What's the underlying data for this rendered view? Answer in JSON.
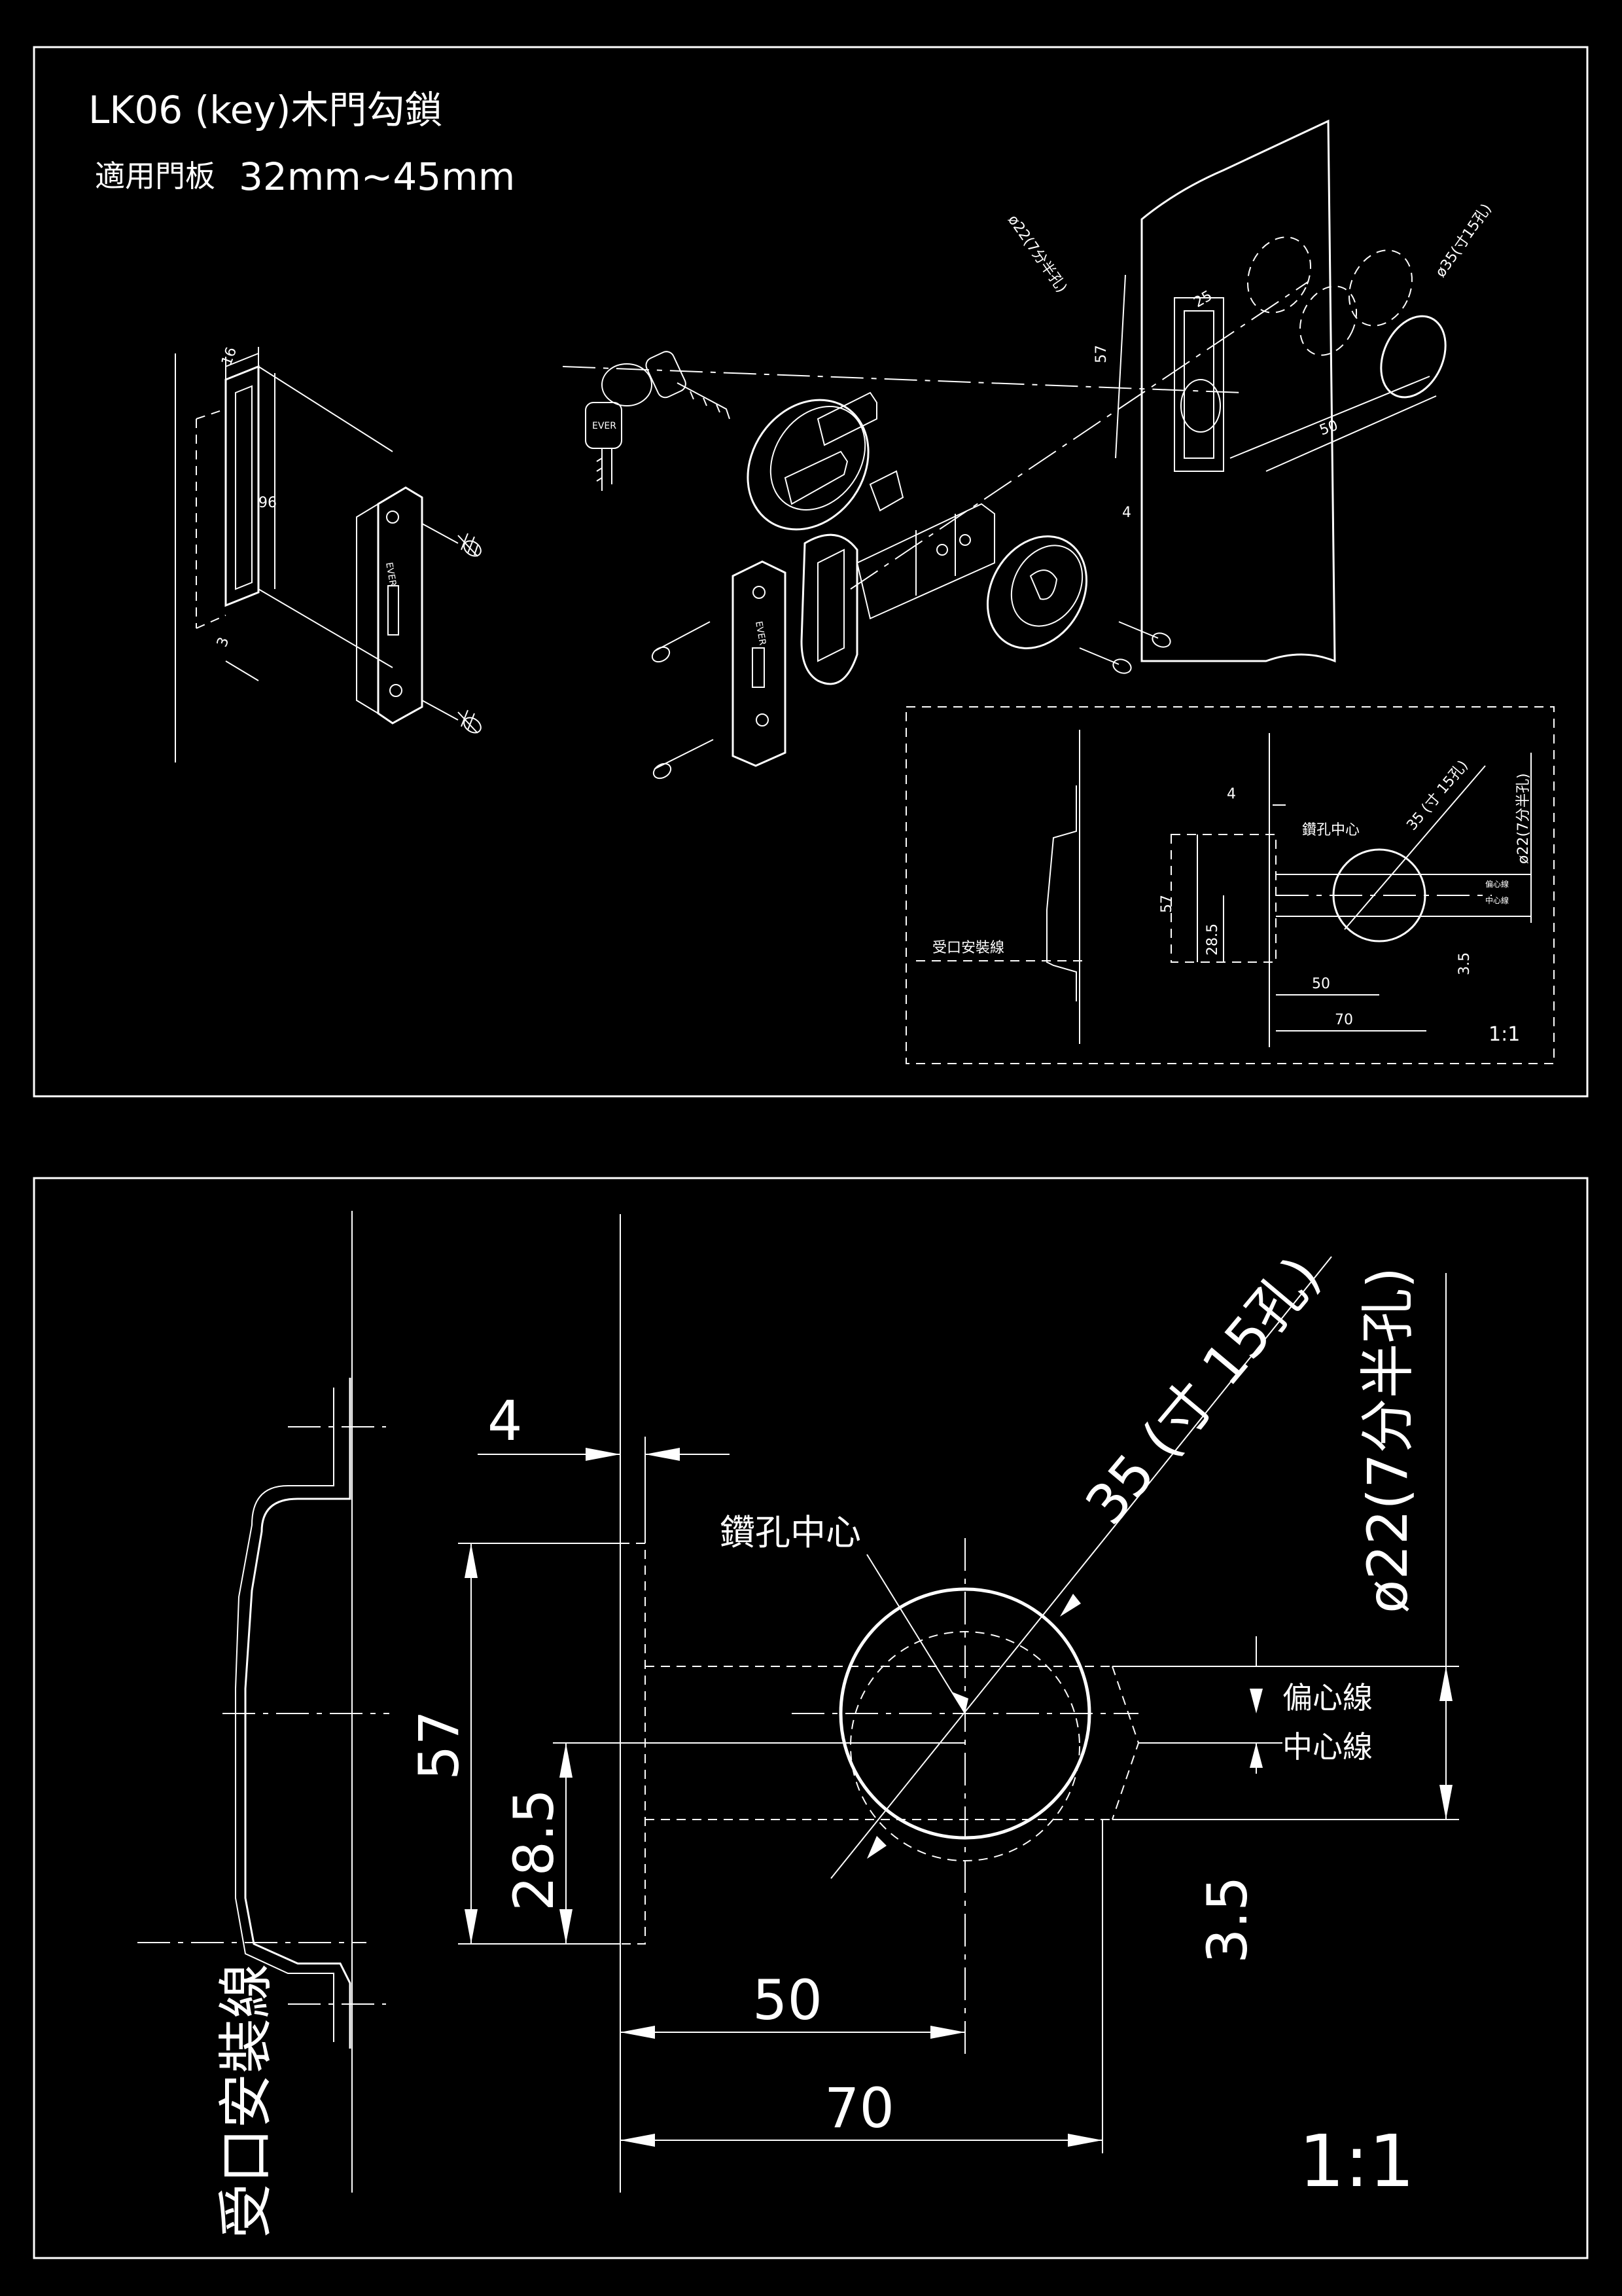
{
  "title": {
    "model_line": "LK06 (key)木門勾鎖",
    "door_thickness_label": "適用門板",
    "door_thickness_range": "32mm~45mm"
  },
  "exploded_view": {
    "lock_brand": "EVER",
    "dim_faceplate_width": "16",
    "dim_faceplate_height": "96",
    "dim_faceplate_depth": "3",
    "dim_bore_small": "ø22(7分半孔)",
    "dim_bore_large": "ø35(寸15孔)",
    "dim_edge_hole_height": "57",
    "dim_edge_hole_depth": "25",
    "dim_edge_offset": "4",
    "dim_backset": "50"
  },
  "inset_drawing": {
    "dim_top_offset": "4",
    "label_drill_center": "鑽孔中心",
    "dim_bore_large": "35 (寸 15孔)",
    "dim_bore_small": "ø22(7分半孔)",
    "label_offset_line": "偏心線",
    "label_center_line": "中心線",
    "dim_height": "57",
    "dim_half_height": "28.5",
    "dim_offset": "3.5",
    "label_strike_line": "受口安裝線",
    "dim_backset_50": "50",
    "dim_backset_70": "70",
    "scale": "1:1"
  },
  "main_drawing": {
    "dim_top_offset": "4",
    "label_drill_center": "鑽孔中心",
    "dim_bore_large": "35 (寸 15孔)",
    "dim_bore_small": "ø22(7分半孔)",
    "label_offset_line": "偏心線",
    "label_center_line": "中心線",
    "dim_height": "57",
    "dim_half_height": "28.5",
    "dim_offset": "3.5",
    "label_strike_line": "受口安裝線",
    "dim_backset_50": "50",
    "dim_backset_70": "70",
    "scale": "1:1"
  }
}
